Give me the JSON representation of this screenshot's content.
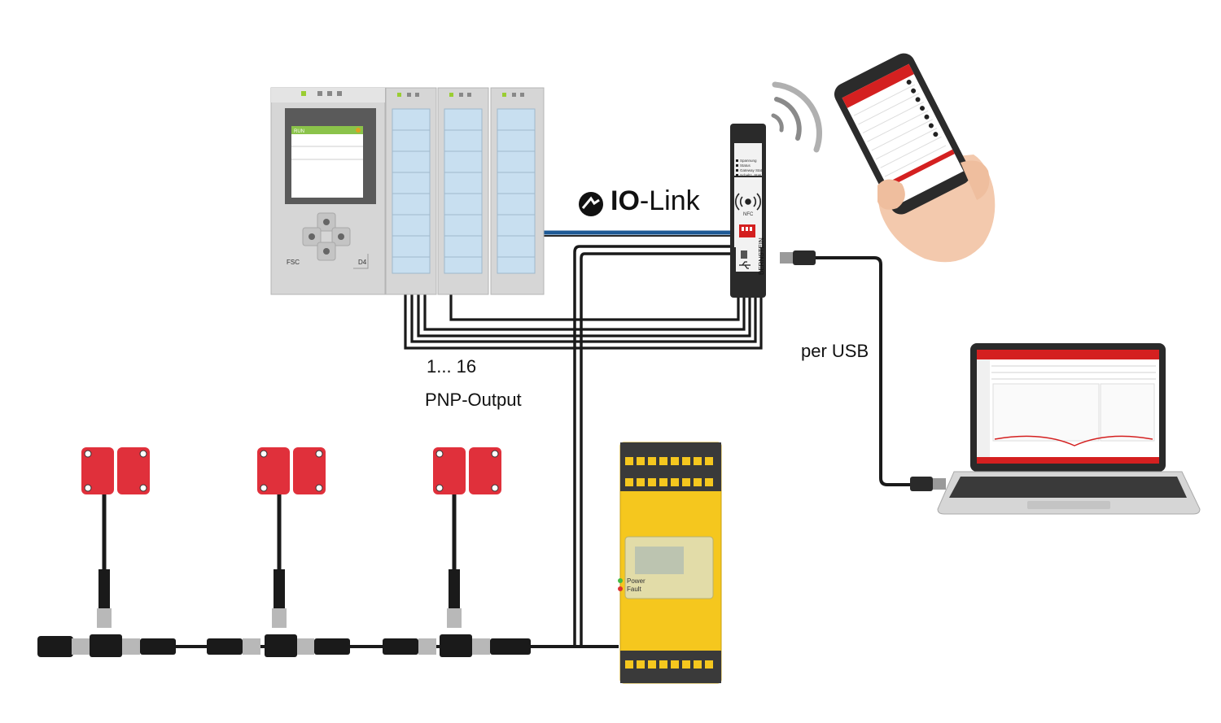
{
  "labels": {
    "io_link_prefix": "IO",
    "io_link_suffix": "-Link",
    "output_range": "1... 16",
    "output_type": "PNP-Output",
    "usb": "per USB"
  },
  "plc": {
    "screen_status": "RUN",
    "brand_left": "FSC",
    "brand_right": "D4"
  },
  "gateway": {
    "leds": [
      "Spannung",
      "Status",
      "Gateway Status",
      "Schaltz. Status"
    ],
    "nfc": "NFC",
    "brand": "BERNSTEIN"
  },
  "safety_relay": {
    "led_power": "Power",
    "led_fault": "Fault"
  },
  "colors": {
    "io_link_cable": "#1e5a96",
    "sensor_red": "#e0303b",
    "relay_yellow": "#f5c71e",
    "cable": "#1a1a1a",
    "plc_gray": "#d4d4d4",
    "io_module_blue": "#c8dff0",
    "app_red": "#d42020"
  },
  "icons": {
    "io_link_logo": "io-link-logo-icon",
    "wireless": "wireless-signal-icon",
    "nfc": "nfc-icon",
    "usb": "usb-icon"
  }
}
